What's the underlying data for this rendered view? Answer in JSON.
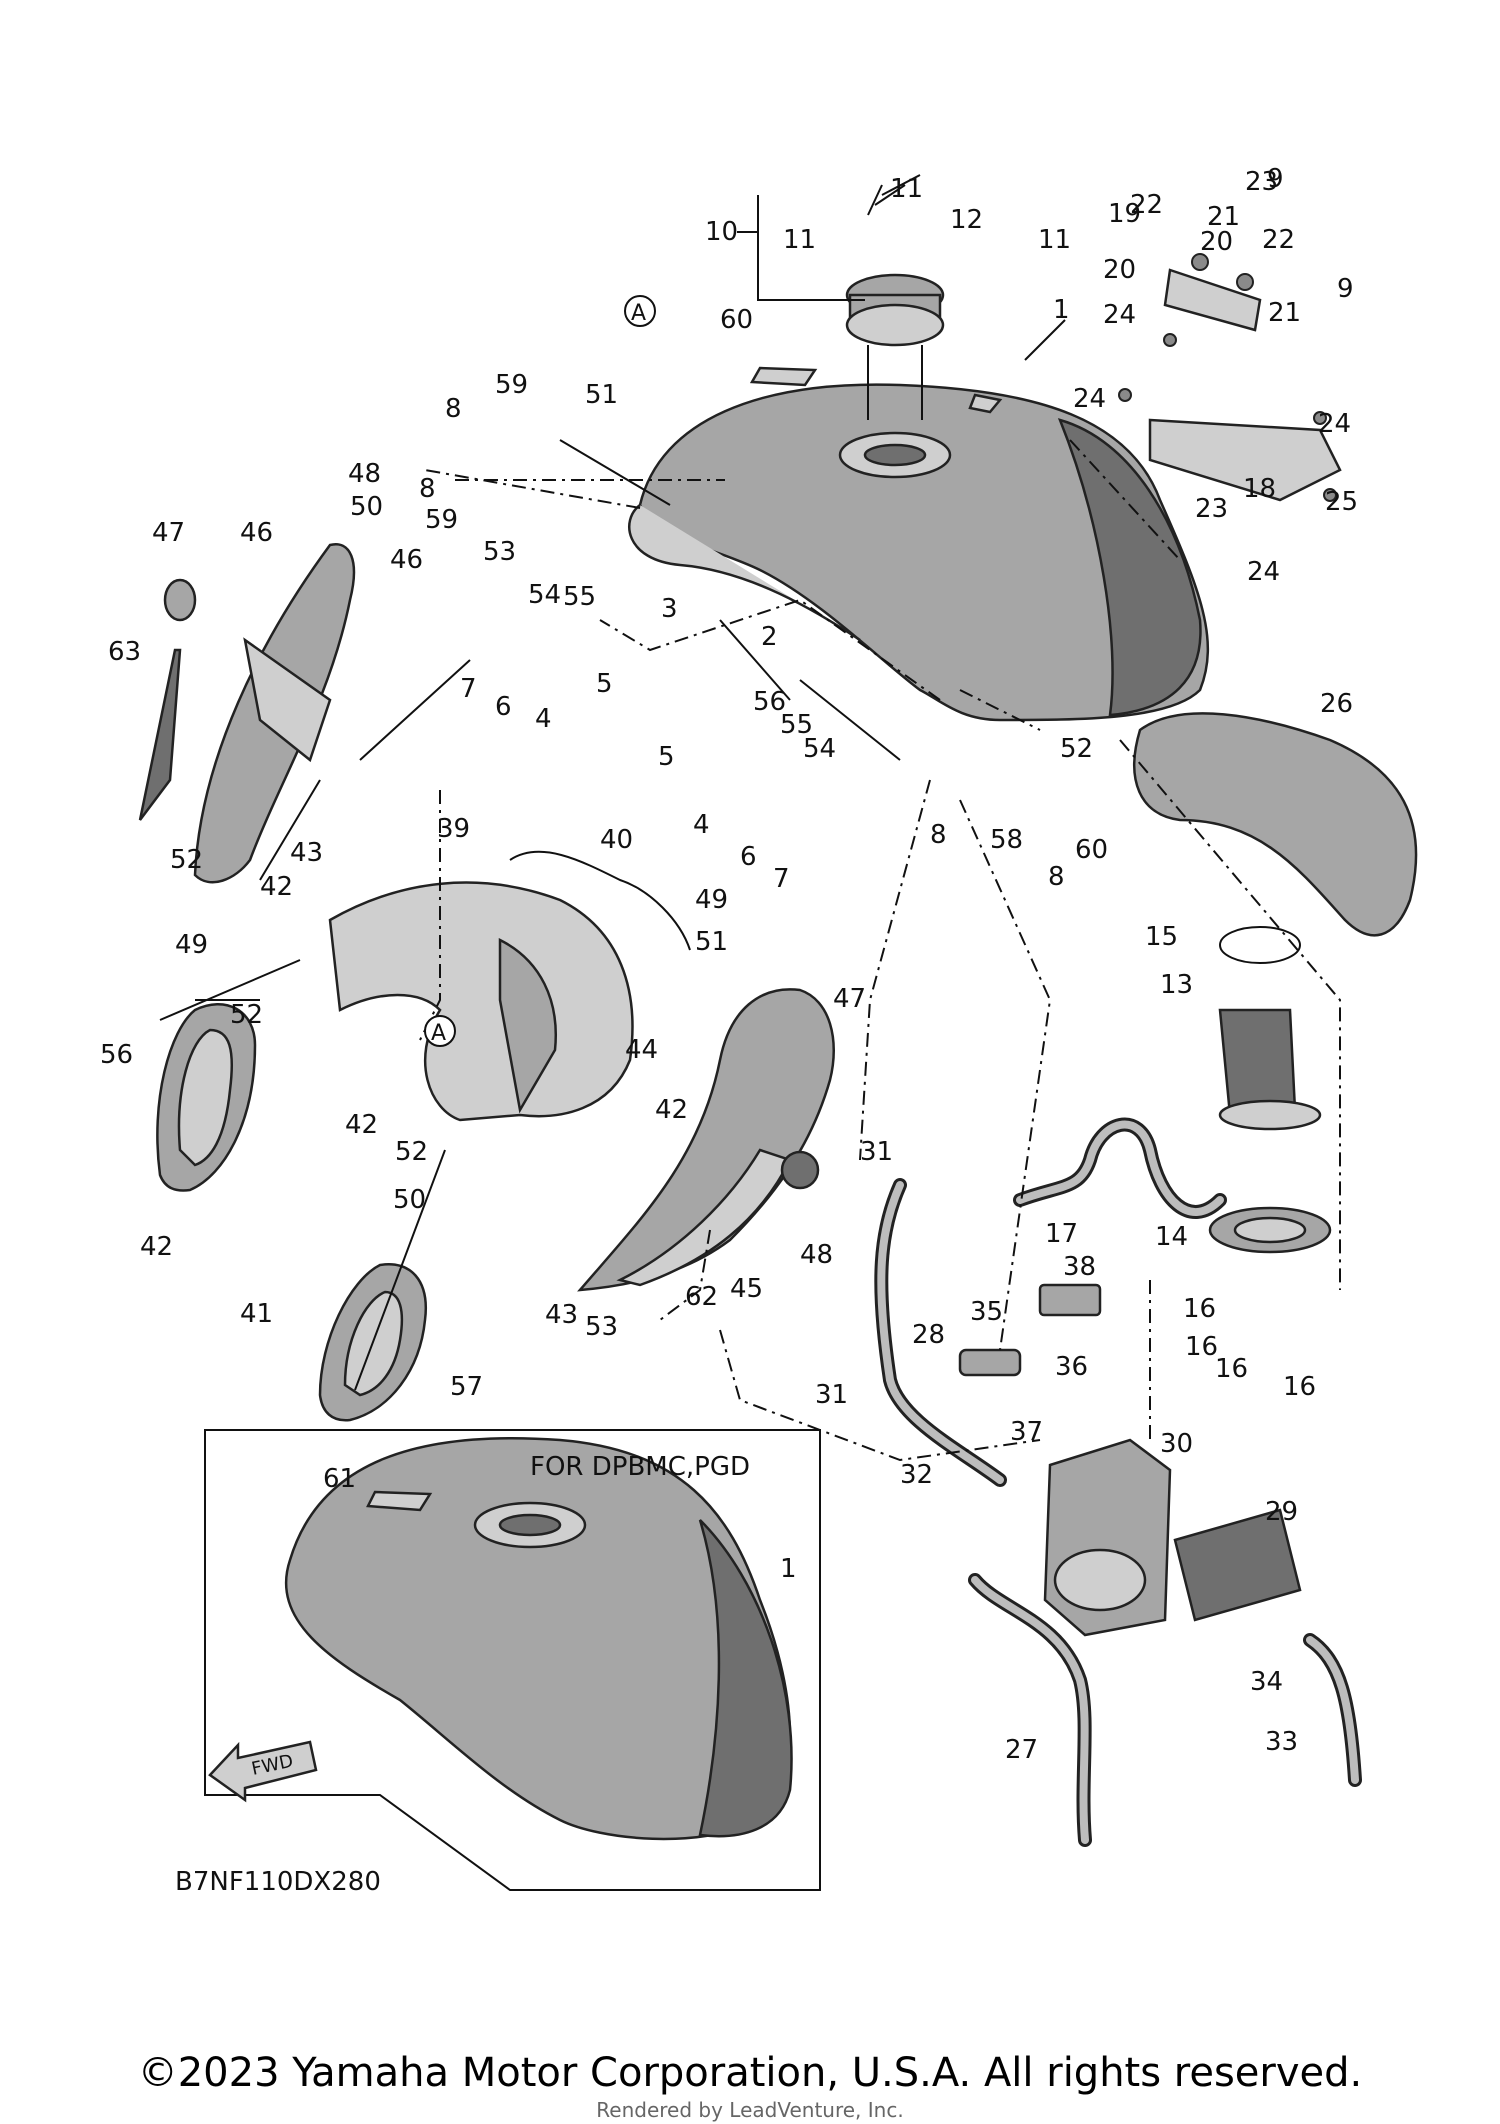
{
  "diagram": {
    "code": "B7NF110DX280",
    "inset_caption": "FOR DPBMC,PGD",
    "fwd_label": "FWD",
    "ref_marker": "A",
    "labels": [
      {
        "id": "p1a",
        "text": "1"
      },
      {
        "id": "p1b",
        "text": "1"
      },
      {
        "id": "p2",
        "text": "2"
      },
      {
        "id": "p3",
        "text": "3"
      },
      {
        "id": "p4a",
        "text": "4"
      },
      {
        "id": "p4b",
        "text": "4"
      },
      {
        "id": "p5a",
        "text": "5"
      },
      {
        "id": "p5b",
        "text": "5"
      },
      {
        "id": "p6a",
        "text": "6"
      },
      {
        "id": "p6b",
        "text": "6"
      },
      {
        "id": "p7a",
        "text": "7"
      },
      {
        "id": "p7b",
        "text": "7"
      },
      {
        "id": "p8a",
        "text": "8"
      },
      {
        "id": "p8b",
        "text": "8"
      },
      {
        "id": "p8c",
        "text": "8"
      },
      {
        "id": "p8d",
        "text": "8"
      },
      {
        "id": "p9a",
        "text": "9"
      },
      {
        "id": "p9b",
        "text": "9"
      },
      {
        "id": "p10",
        "text": "10"
      },
      {
        "id": "p11a",
        "text": "11"
      },
      {
        "id": "p11b",
        "text": "11"
      },
      {
        "id": "p11c",
        "text": "11"
      },
      {
        "id": "p12",
        "text": "12"
      },
      {
        "id": "p13",
        "text": "13"
      },
      {
        "id": "p14",
        "text": "14"
      },
      {
        "id": "p15",
        "text": "15"
      },
      {
        "id": "p16a",
        "text": "16"
      },
      {
        "id": "p16b",
        "text": "16"
      },
      {
        "id": "p16c",
        "text": "16"
      },
      {
        "id": "p16d",
        "text": "16"
      },
      {
        "id": "p17",
        "text": "17"
      },
      {
        "id": "p18",
        "text": "18"
      },
      {
        "id": "p19",
        "text": "19"
      },
      {
        "id": "p20a",
        "text": "20"
      },
      {
        "id": "p20b",
        "text": "20"
      },
      {
        "id": "p21a",
        "text": "21"
      },
      {
        "id": "p21b",
        "text": "21"
      },
      {
        "id": "p22a",
        "text": "22"
      },
      {
        "id": "p22b",
        "text": "22"
      },
      {
        "id": "p23a",
        "text": "23"
      },
      {
        "id": "p23b",
        "text": "23"
      },
      {
        "id": "p24a",
        "text": "24"
      },
      {
        "id": "p24b",
        "text": "24"
      },
      {
        "id": "p24c",
        "text": "24"
      },
      {
        "id": "p24d",
        "text": "24"
      },
      {
        "id": "p25",
        "text": "25"
      },
      {
        "id": "p26",
        "text": "26"
      },
      {
        "id": "p27",
        "text": "27"
      },
      {
        "id": "p28",
        "text": "28"
      },
      {
        "id": "p29",
        "text": "29"
      },
      {
        "id": "p30",
        "text": "30"
      },
      {
        "id": "p31a",
        "text": "31"
      },
      {
        "id": "p31b",
        "text": "31"
      },
      {
        "id": "p32",
        "text": "32"
      },
      {
        "id": "p33",
        "text": "33"
      },
      {
        "id": "p34",
        "text": "34"
      },
      {
        "id": "p35",
        "text": "35"
      },
      {
        "id": "p36",
        "text": "36"
      },
      {
        "id": "p37",
        "text": "37"
      },
      {
        "id": "p38",
        "text": "38"
      },
      {
        "id": "p39",
        "text": "39"
      },
      {
        "id": "p40",
        "text": "40"
      },
      {
        "id": "p41",
        "text": "41"
      },
      {
        "id": "p42a",
        "text": "42"
      },
      {
        "id": "p42b",
        "text": "42"
      },
      {
        "id": "p42c",
        "text": "42"
      },
      {
        "id": "p42d",
        "text": "42"
      },
      {
        "id": "p43a",
        "text": "43"
      },
      {
        "id": "p43b",
        "text": "43"
      },
      {
        "id": "p44",
        "text": "44"
      },
      {
        "id": "p45",
        "text": "45"
      },
      {
        "id": "p46a",
        "text": "46"
      },
      {
        "id": "p46b",
        "text": "46"
      },
      {
        "id": "p47a",
        "text": "47"
      },
      {
        "id": "p47b",
        "text": "47"
      },
      {
        "id": "p48a",
        "text": "48"
      },
      {
        "id": "p48b",
        "text": "48"
      },
      {
        "id": "p49a",
        "text": "49"
      },
      {
        "id": "p49b",
        "text": "49"
      },
      {
        "id": "p50a",
        "text": "50"
      },
      {
        "id": "p50b",
        "text": "50"
      },
      {
        "id": "p51a",
        "text": "51"
      },
      {
        "id": "p51b",
        "text": "51"
      },
      {
        "id": "p52a",
        "text": "52"
      },
      {
        "id": "p52b",
        "text": "52"
      },
      {
        "id": "p52c",
        "text": "52"
      },
      {
        "id": "p52d",
        "text": "52"
      },
      {
        "id": "p53a",
        "text": "53"
      },
      {
        "id": "p53b",
        "text": "53"
      },
      {
        "id": "p54a",
        "text": "54"
      },
      {
        "id": "p54b",
        "text": "54"
      },
      {
        "id": "p55a",
        "text": "55"
      },
      {
        "id": "p55b",
        "text": "55"
      },
      {
        "id": "p56a",
        "text": "56"
      },
      {
        "id": "p56b",
        "text": "56"
      },
      {
        "id": "p57",
        "text": "57"
      },
      {
        "id": "p58",
        "text": "58"
      },
      {
        "id": "p59a",
        "text": "59"
      },
      {
        "id": "p59b",
        "text": "59"
      },
      {
        "id": "p60a",
        "text": "60"
      },
      {
        "id": "p60b",
        "text": "60"
      },
      {
        "id": "p61",
        "text": "61"
      },
      {
        "id": "p62",
        "text": "62"
      },
      {
        "id": "p63",
        "text": "63"
      }
    ]
  },
  "footer": {
    "copyright": "©2023 Yamaha Motor Corporation, U.S.A. All rights reserved.",
    "rendered_by": "Rendered by LeadVenture, Inc."
  }
}
